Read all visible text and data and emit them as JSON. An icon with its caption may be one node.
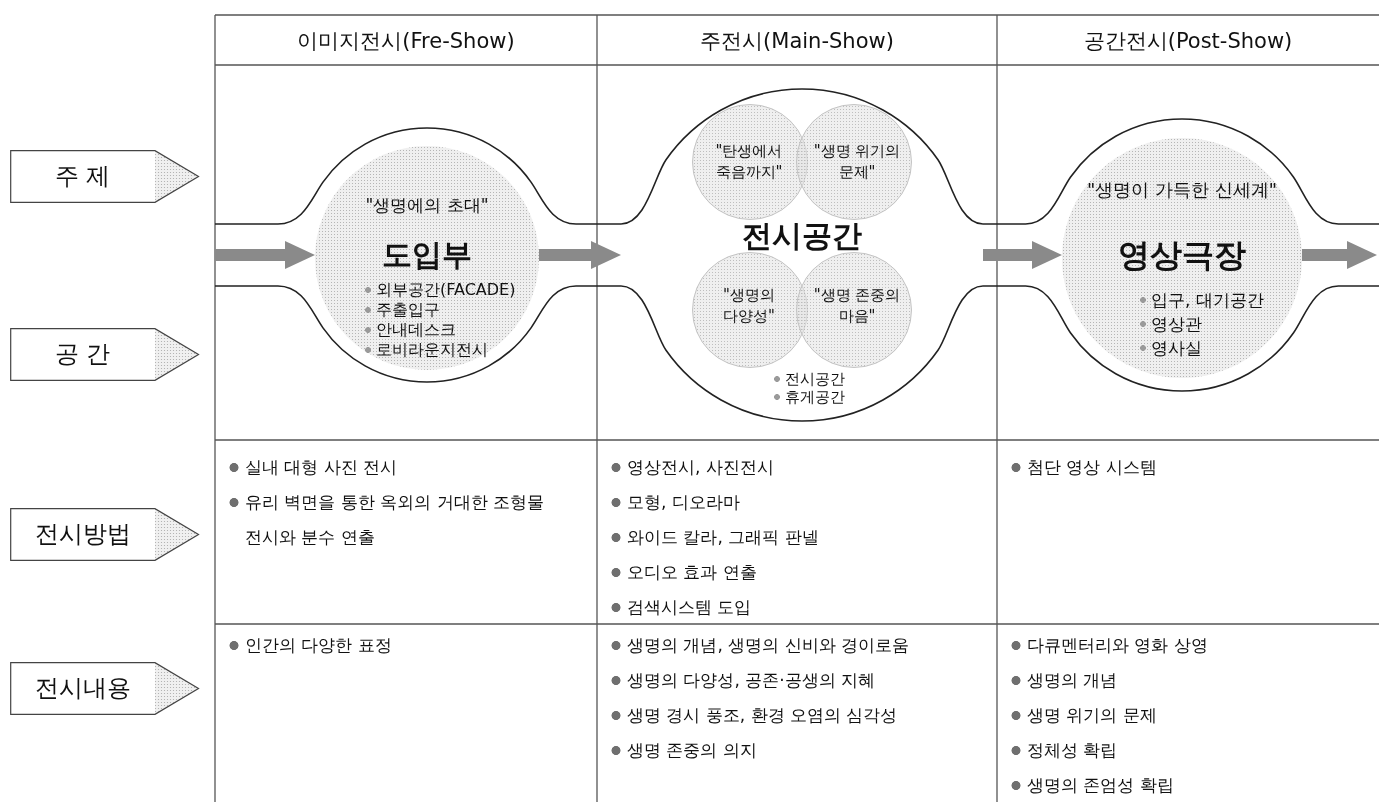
{
  "diagram": {
    "nodes": [
      {
        "text": [
          "주 제"
        ]
      },
      {
        "text": [
          "공 간"
        ]
      },
      {
        "text": [
          "전시방법"
        ]
      },
      {
        "text": [
          "전시내용"
        ]
      },
      {
        "text": [
          "\"생명에의 초대\"",
          "도입부",
          "외부공간(FACADE)",
          "주출입구",
          "안내데스크",
          "로비라운지전시"
        ]
      },
      {
        "text": [
          "전시공간",
          "전시공간",
          "휴게공간"
        ]
      },
      {
        "text": [
          "\"탄생에서 죽음까지\""
        ],
        "in": 5
      },
      {
        "text": [
          "\"생명 위기의 문제\""
        ],
        "in": 5
      },
      {
        "text": [
          "\"생명의 다양성\""
        ],
        "in": 5
      },
      {
        "text": [
          "\"생명 존중의 마음\""
        ],
        "in": 5
      },
      {
        "text": [
          "\"생명이 가득한 신세계\"",
          "영상극장",
          "입구, 대기공간",
          "영상관",
          "영사실"
        ]
      }
    ],
    "edges": [
      {
        "from": null,
        "to": 4,
        "arrow": "to"
      },
      {
        "from": 4,
        "to": 5,
        "arrow": "to"
      },
      {
        "from": 5,
        "to": 10,
        "arrow": "to"
      },
      {
        "from": 10,
        "to": null,
        "arrow": "to"
      }
    ],
    "labels": [
      "이미지전시(Fre-Show)",
      "주전시(Main-Show)",
      "공간전시(Post-Show)",
      "실내 대형 사진 전시",
      "유리 벽면을 통한 옥외의 거대한 조형물 전시와 분수 연출",
      "영상전시, 사진전시",
      "모형, 디오라마",
      "와이드 칼라, 그래픽 판넬",
      "오디오 효과 연출",
      "검색시스템 도입",
      "첨단 영상 시스템",
      "인간의 다양한 표정",
      "생명의 개념, 생명의 신비와 경이로움",
      "생명의 다양성, 공존·공생의 지혜",
      "생명 경시 풍조, 환경 오염의 심각성",
      "생명 존중의 의지",
      "다큐멘터리와 영화 상영",
      "생명의 개념",
      "생명 위기의 문제",
      "정체성 확립",
      "생명의 존엄성 확립"
    ]
  }
}
